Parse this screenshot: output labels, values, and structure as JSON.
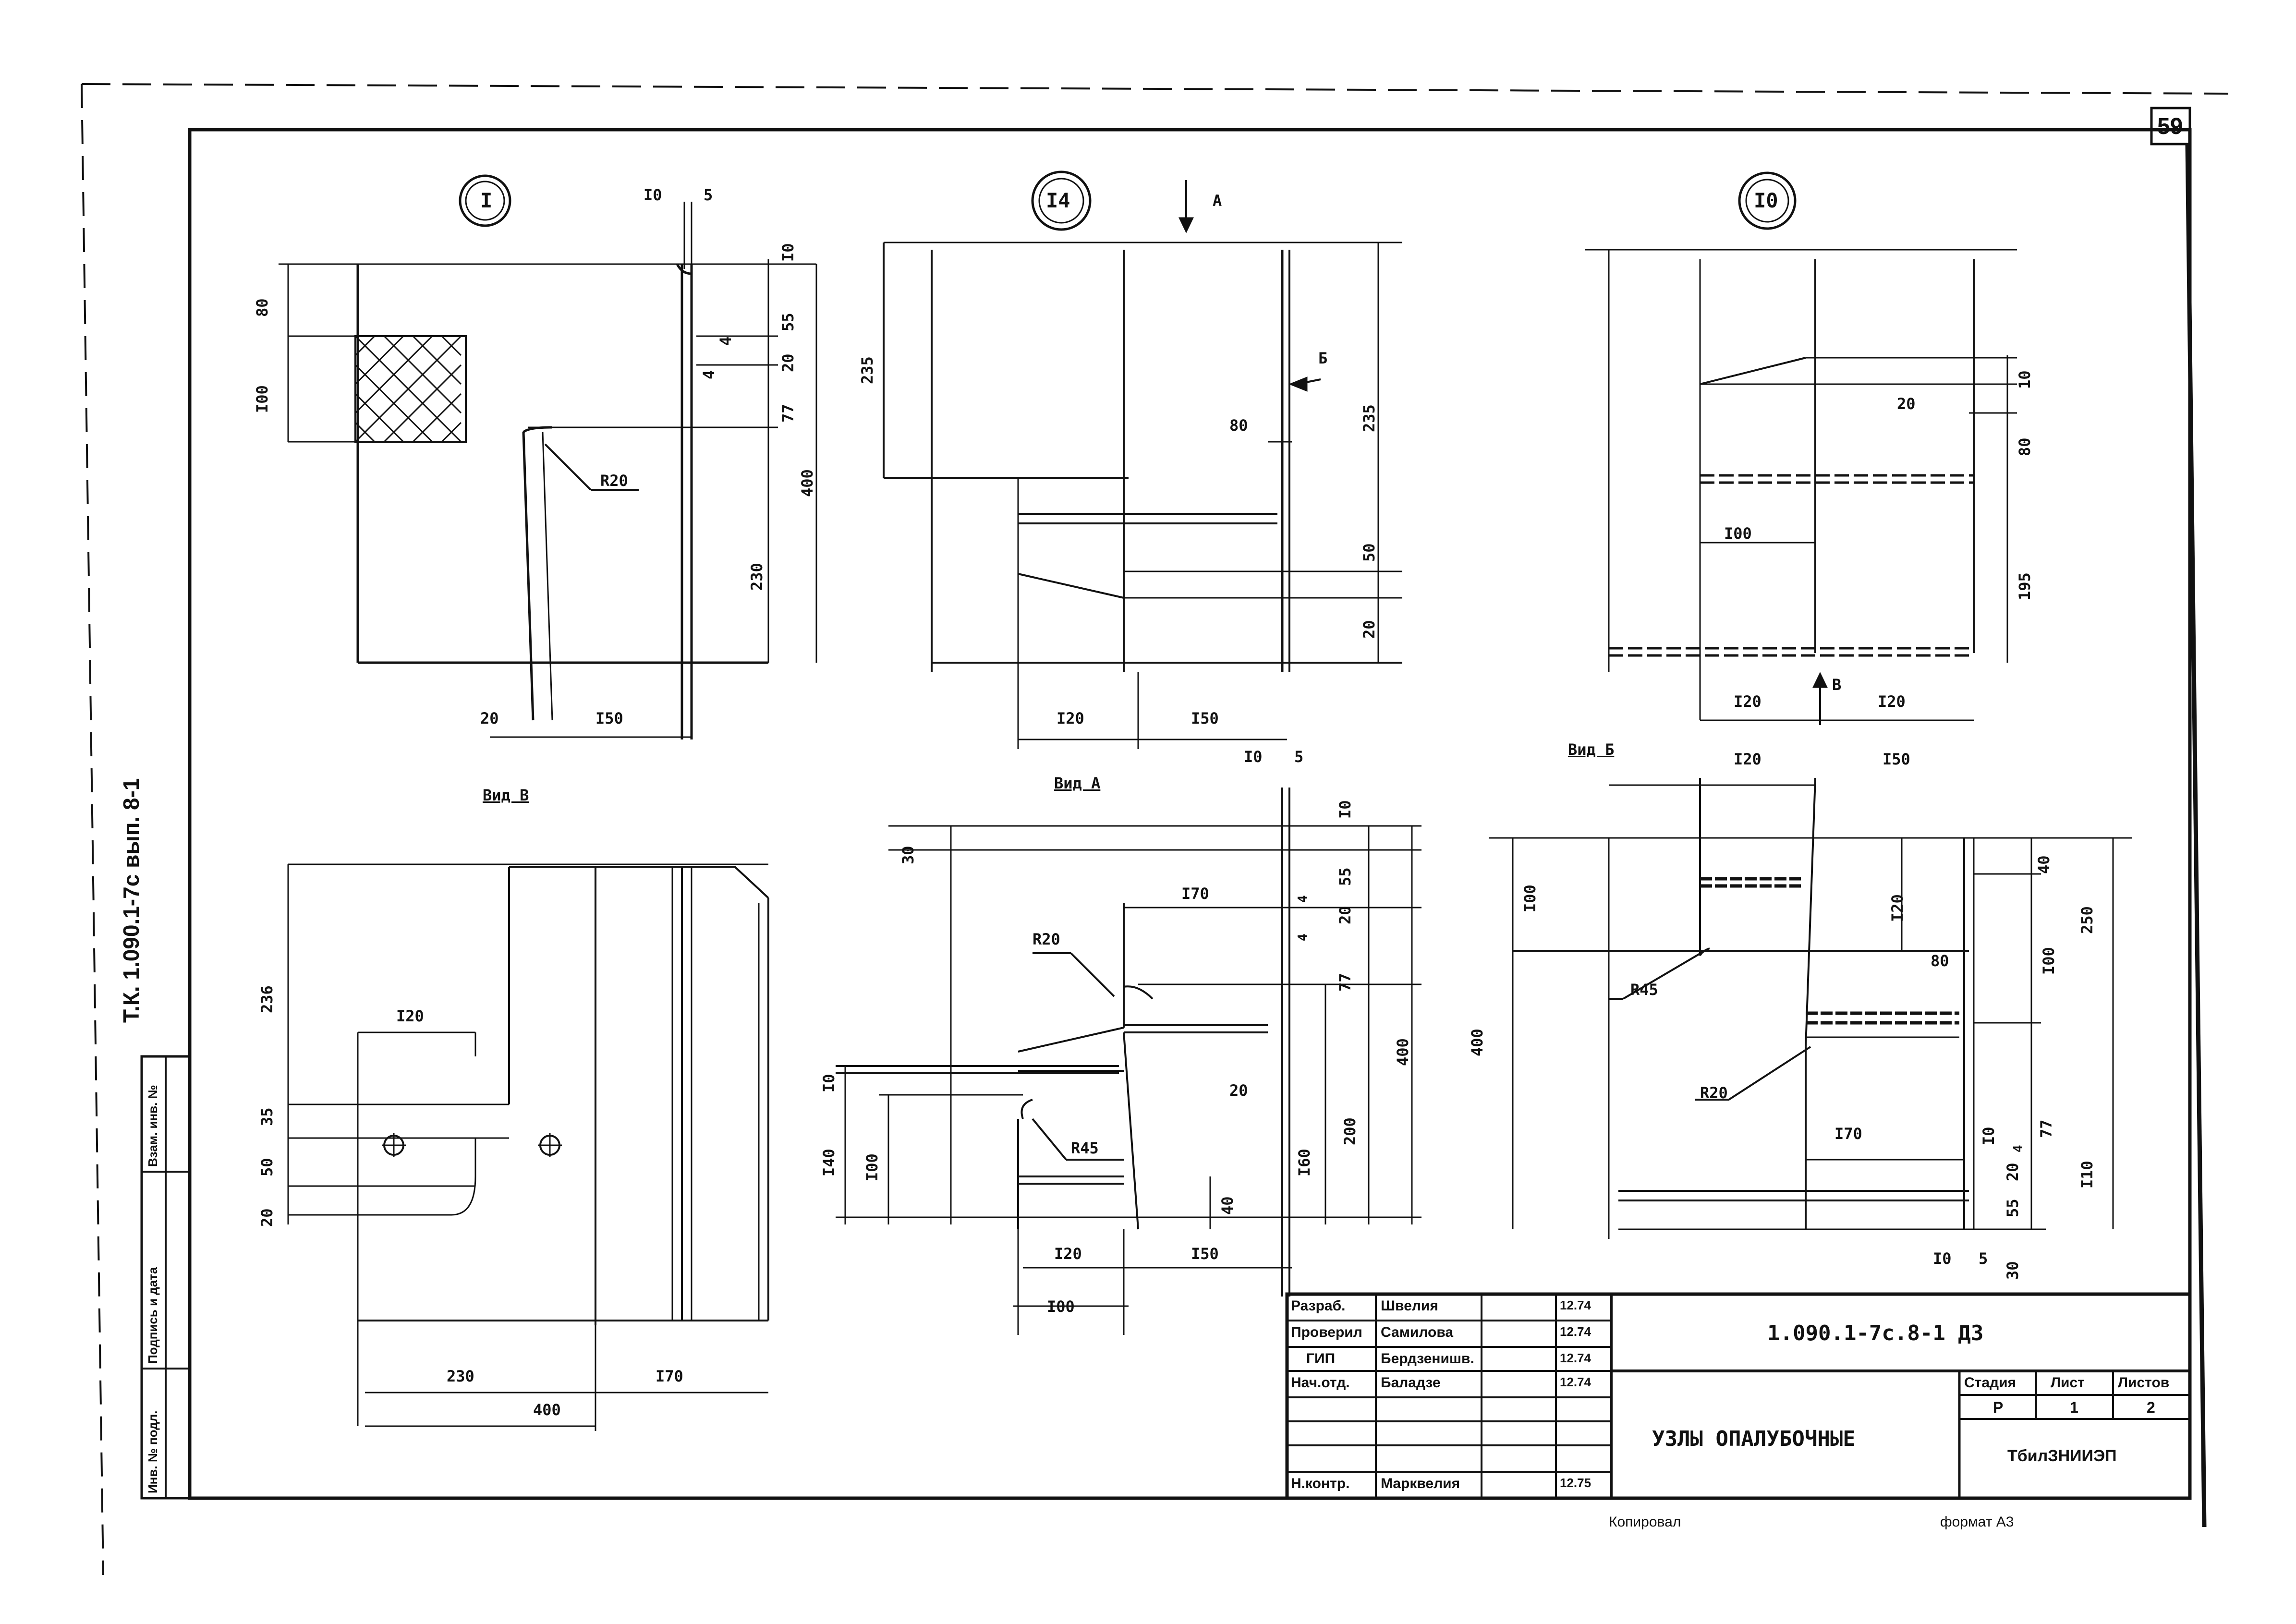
{
  "sheet": {
    "page_number": "59",
    "side_code": "Т.К. 1.090.1-7с   вып. 8-1",
    "bottom_copy": "Копировал",
    "bottom_format": "формат А3"
  },
  "left_stamp": {
    "cells": [
      "Инв. № подл.",
      "Подпись и дата",
      "Взам. инв. №"
    ]
  },
  "title_block": {
    "doc_code": "1.090.1-7с.8-1 ДЗ",
    "title": "УЗЛЫ ОПАЛУБОЧНЫЕ",
    "org": "ТбилЗНИИЭП",
    "stage_hdr": "Стадия",
    "sheet_hdr": "Лист",
    "sheets_hdr": "Листов",
    "stage": "Р",
    "sheet": "1",
    "sheets": "2",
    "rows": [
      {
        "role": "Разраб.",
        "name": "Швелия",
        "date": "12.74"
      },
      {
        "role": "Проверил",
        "name": "Самилова",
        "date": "12.74"
      },
      {
        "role": "ГИП",
        "name": "Бердзенишв.",
        "date": "12.74"
      },
      {
        "role": "Нач.отд.",
        "name": "Баладзе",
        "date": "12.74"
      },
      {
        "role": "",
        "name": "",
        "date": ""
      },
      {
        "role": "",
        "name": "",
        "date": ""
      },
      {
        "role": "Н.контр.",
        "name": "Марквелия",
        "date": "12.75"
      }
    ]
  },
  "node1": {
    "marker": "I",
    "dims": {
      "d10": "I0",
      "d5": "5",
      "d10r": "I0",
      "d55": "55",
      "d4a": "4",
      "d20": "20",
      "d4b": "4",
      "d77": "77",
      "d400": "400",
      "d230": "230",
      "d80": "80",
      "d100": "I00",
      "d20b": "20",
      "d150": "I50"
    },
    "radius": "R20"
  },
  "node14": {
    "marker": "I4",
    "arrow_a": "А",
    "arrow_b": "Б",
    "dims": {
      "d235l": "235",
      "d235r": "235",
      "d80": "80",
      "d50": "50",
      "d20": "20",
      "d120": "I20",
      "d150": "I50"
    }
  },
  "node10": {
    "marker": "I0",
    "arrow_v": "В",
    "dims": {
      "d10top": "10",
      "d20": "20",
      "d80": "80",
      "d100": "I00",
      "d195": "195",
      "d120": "I20",
      "d120b": "I20"
    }
  },
  "view_v": {
    "title": "Вид В",
    "dims": {
      "d236": "236",
      "d120": "I20",
      "d35": "35",
      "d50": "50",
      "d20": "20",
      "d230": "230",
      "d170": "I70",
      "d400": "400"
    }
  },
  "view_a": {
    "title": "Вид А",
    "dims": {
      "d10": "I0",
      "d5": "5",
      "d10r": "I0",
      "d30": "30",
      "d55": "55",
      "d4a": "4",
      "d20": "20",
      "d4b": "4",
      "d77": "77",
      "d170": "I70",
      "d400": "400",
      "d20b": "20",
      "d200": "200",
      "d160": "I60",
      "d10l": "I0",
      "d140": "I40",
      "d100l": "I00",
      "d40": "40",
      "d120": "I20",
      "d150": "I50",
      "d100": "I00"
    },
    "r20": "R20",
    "r45": "R45"
  },
  "view_b": {
    "title": "Вид Б",
    "dims": {
      "d120": "I20",
      "d150": "I50",
      "d100": "I00",
      "d120v": "I20",
      "d40": "40",
      "d100r": "I00",
      "d250": "250",
      "d80": "80",
      "d400": "400",
      "d170": "I70",
      "d10r": "I0",
      "d77": "77",
      "d4": "4",
      "d20": "20",
      "d55": "55",
      "d110": "I10",
      "d10b": "I0",
      "d5": "5",
      "d30": "30"
    },
    "r45": "R45",
    "r20": "R20"
  }
}
